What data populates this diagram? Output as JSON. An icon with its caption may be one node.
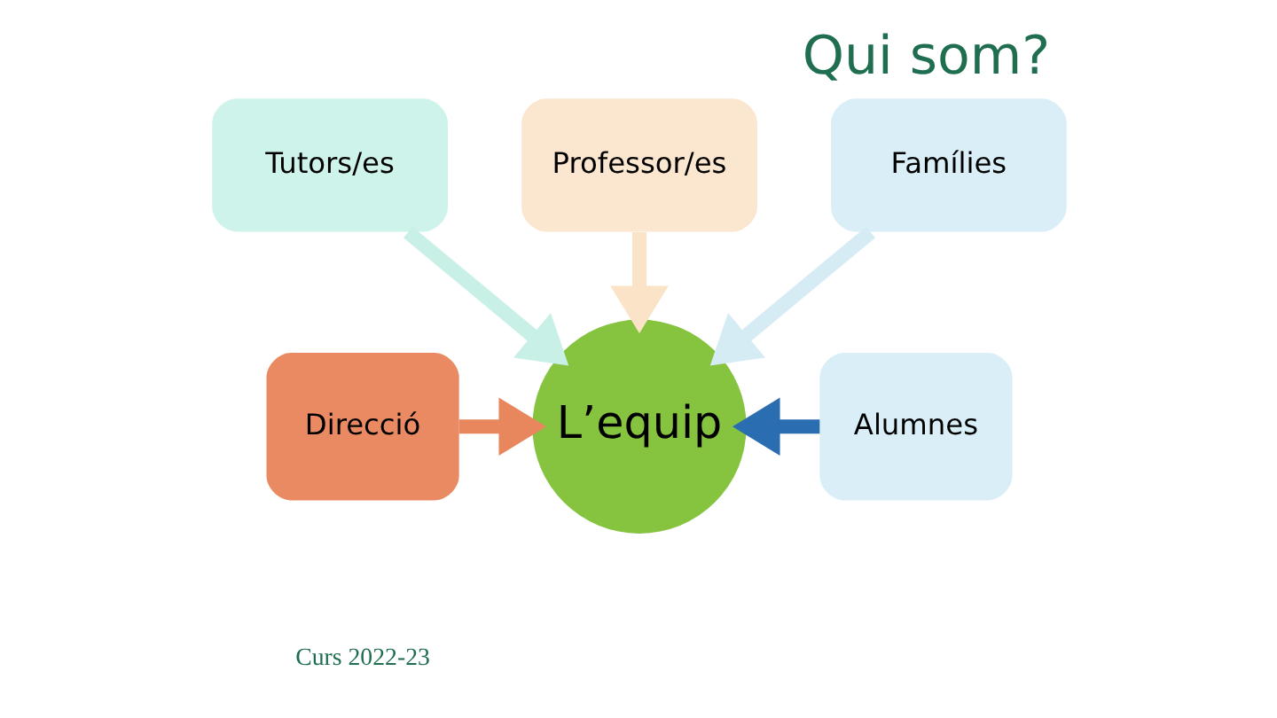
{
  "diagram": {
    "title": "Qui som?",
    "nodes": [
      {
        "text": [
          "Professor/es"
        ]
      },
      {
        "text": [
          "Tutors/es"
        ]
      },
      {
        "text": [
          "Famílies"
        ]
      },
      {
        "text": [
          "Direcció"
        ]
      },
      {
        "text": [
          "L’equip"
        ]
      },
      {
        "text": [
          "Alumnes"
        ]
      }
    ],
    "edges": [
      {
        "from": 1,
        "to": 4,
        "arrow": "to",
        "color": "#c9f0e6"
      },
      {
        "from": 0,
        "to": 4,
        "arrow": "to",
        "color": "#fbe3c8"
      },
      {
        "from": 2,
        "to": 4,
        "arrow": "to",
        "color": "#d5ecf4"
      },
      {
        "from": 3,
        "to": 4,
        "arrow": "to",
        "color": "#e8875e"
      },
      {
        "from": 5,
        "to": 4,
        "arrow": "to",
        "color": "#2a6db0"
      }
    ],
    "labels": [
      "Curs 2022-23"
    ]
  }
}
